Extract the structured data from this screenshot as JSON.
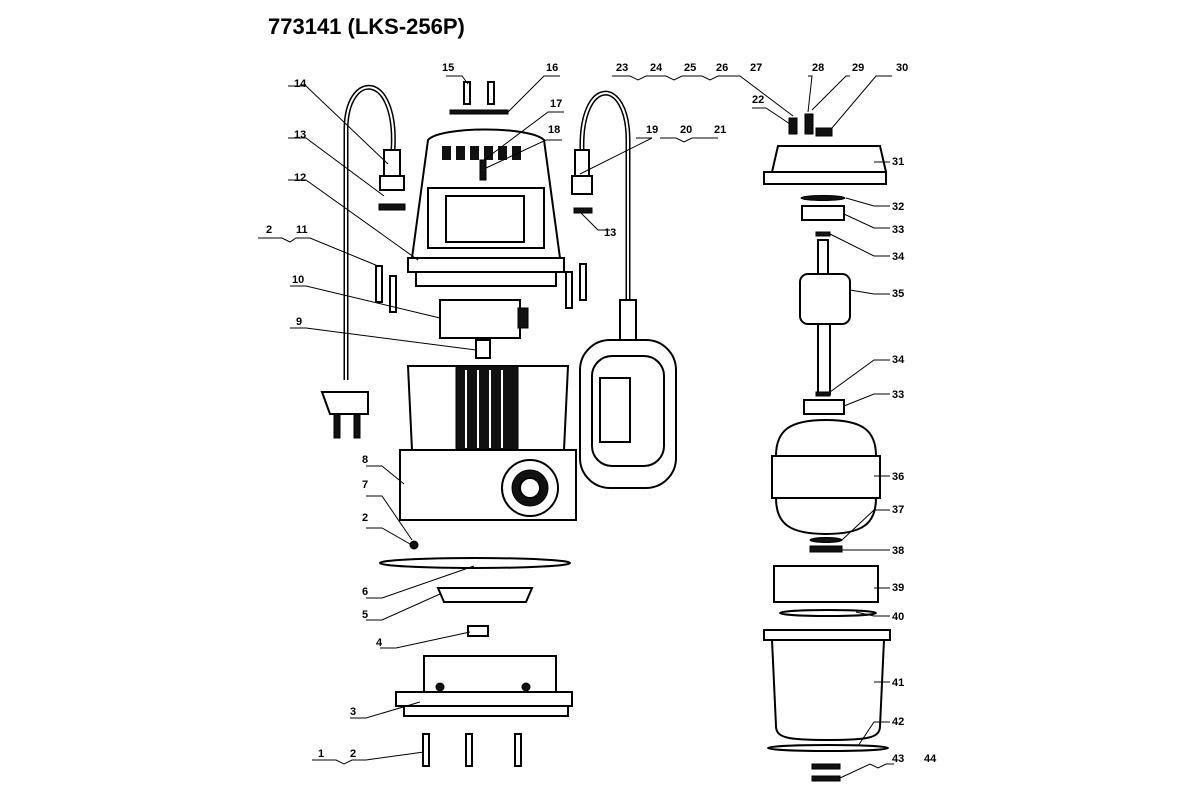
{
  "title": "773141 (LKS-256P)",
  "callouts": [
    "1",
    "2",
    "3",
    "4",
    "5",
    "6",
    "7",
    "8",
    "9",
    "10",
    "11",
    "12",
    "13",
    "14",
    "15",
    "16",
    "17",
    "18",
    "19",
    "20",
    "21",
    "22",
    "23",
    "24",
    "25",
    "26",
    "27",
    "28",
    "29",
    "30",
    "31",
    "32",
    "33",
    "34",
    "35",
    "36",
    "37",
    "38",
    "39",
    "40",
    "41",
    "42",
    "43",
    "44"
  ]
}
